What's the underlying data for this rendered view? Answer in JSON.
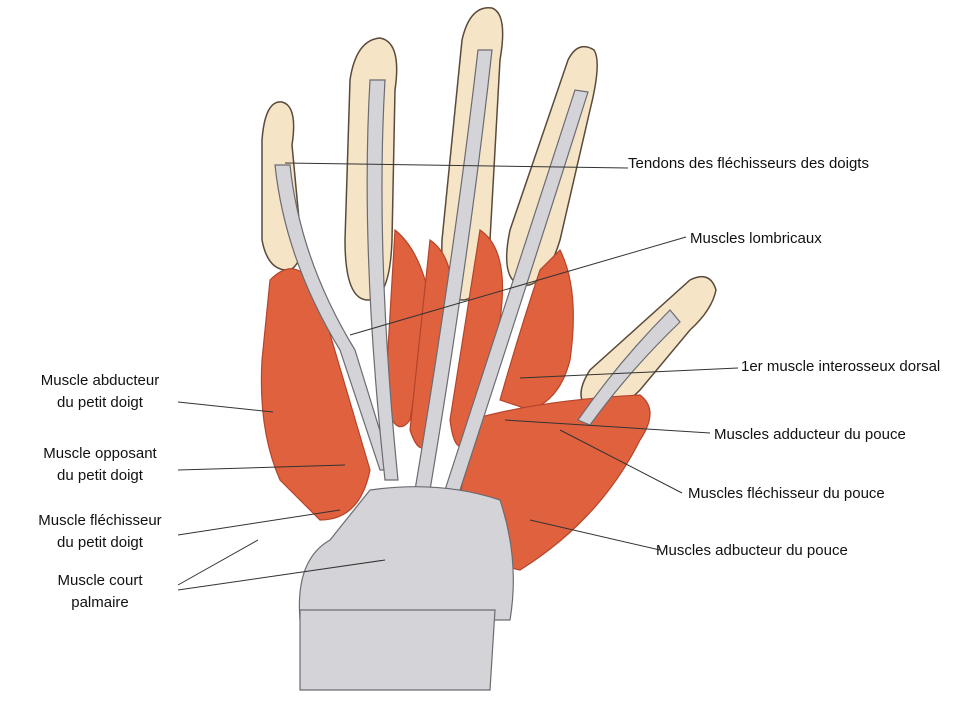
{
  "labels": {
    "tendons": "Tendons des fléchisseurs des doigts",
    "lombricaux": "Muscles lombricaux",
    "interosseux": "1er muscle interosseux dorsal",
    "adducteur_pouce": "Muscles adducteur du pouce",
    "flechisseur_pouce": "Muscles fléchisseur du pouce",
    "abducteur_pouce": "Muscles adbucteur du pouce",
    "abducteur_petit_1": "Muscle abducteur",
    "abducteur_petit_2": "du petit doigt",
    "opposant_1": "Muscle opposant",
    "opposant_2": "du petit doigt",
    "flechisseur_petit_1": "Muscle fléchisseur",
    "flechisseur_petit_2": "du petit doigt",
    "court_palmaire_1": "Muscle court",
    "court_palmaire_2": "palmaire"
  },
  "colors": {
    "bone": "#f6e4c6",
    "bone_outline": "#5a4a3a",
    "muscle": "#e0613e",
    "muscle_dark": "#b5442a",
    "tendon": "#d4d4d8",
    "tendon_outline": "#6b6b72",
    "leader_line": "#333333"
  }
}
